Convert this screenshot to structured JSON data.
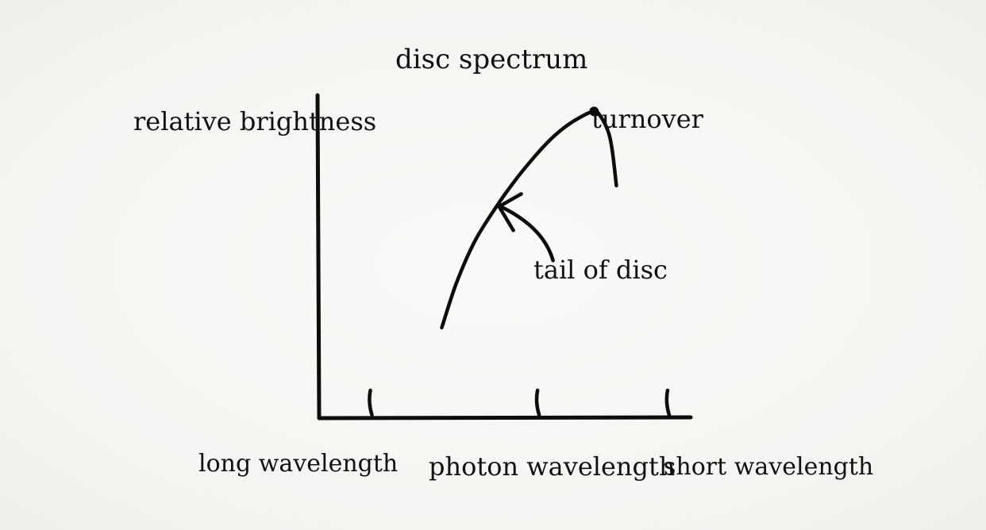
{
  "chart_data": {
    "type": "line",
    "title": "disc spectrum",
    "ylabel": "relative brightness",
    "xlabel": "photon wavelength",
    "x_tick_labels": [
      "long wavelength",
      "short wavelength"
    ],
    "x_direction": "long wavelength → short wavelength",
    "grid": false,
    "legend": "none",
    "x_ticks": [
      0.14,
      0.59,
      0.94
    ],
    "xlim": [
      0,
      1
    ],
    "ylim": [
      0,
      1
    ],
    "series": [
      {
        "x": [
          0.33,
          0.37,
          0.42,
          0.48,
          0.53,
          0.58,
          0.62,
          0.66,
          0.7,
          0.74,
          0.76,
          0.78,
          0.79,
          0.8
        ],
        "y": [
          0.28,
          0.42,
          0.55,
          0.66,
          0.74,
          0.81,
          0.86,
          0.9,
          0.93,
          0.95,
          0.93,
          0.88,
          0.82,
          0.72
        ],
        "color": "#0d0d0d"
      }
    ],
    "annotations": [
      {
        "text": "turnover",
        "x": 0.74,
        "y": 0.95,
        "marker": "dot"
      },
      {
        "text": "tail of disc",
        "x": 0.48,
        "y": 0.66,
        "arrow": true
      }
    ]
  },
  "colors": {
    "ink": "#0d0d0d",
    "paper": "#f7f6f3"
  }
}
